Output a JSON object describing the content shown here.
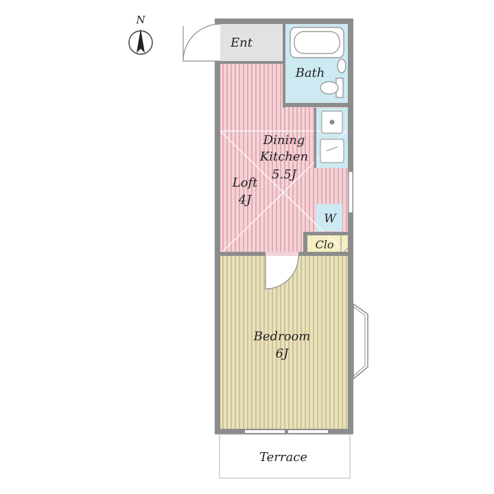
{
  "compass": {
    "letter": "N"
  },
  "rooms": {
    "entrance": {
      "label": "Ent"
    },
    "bath": {
      "label": "Bath"
    },
    "dining_kitchen": {
      "line1": "Dining",
      "line2": "Kitchen",
      "size": "5.5J"
    },
    "loft": {
      "label": "Loft",
      "size": "4J"
    },
    "washer": {
      "label": "W"
    },
    "closet": {
      "label": "Clo"
    },
    "bedroom": {
      "label": "Bedroom",
      "size": "6J"
    },
    "terrace": {
      "label": "Terrace"
    }
  },
  "colors": {
    "wall": "#8c8c8c",
    "dining_kitchen_floor": "#f2d4d8",
    "dining_kitchen_stripe": "#e5a8b1",
    "bedroom_floor": "#e8e1bf",
    "bedroom_stripe": "#cfc28f",
    "bath_floor": "#cde9f2",
    "entrance_floor": "#e2e2e2",
    "closet_floor": "#f4eec2"
  }
}
